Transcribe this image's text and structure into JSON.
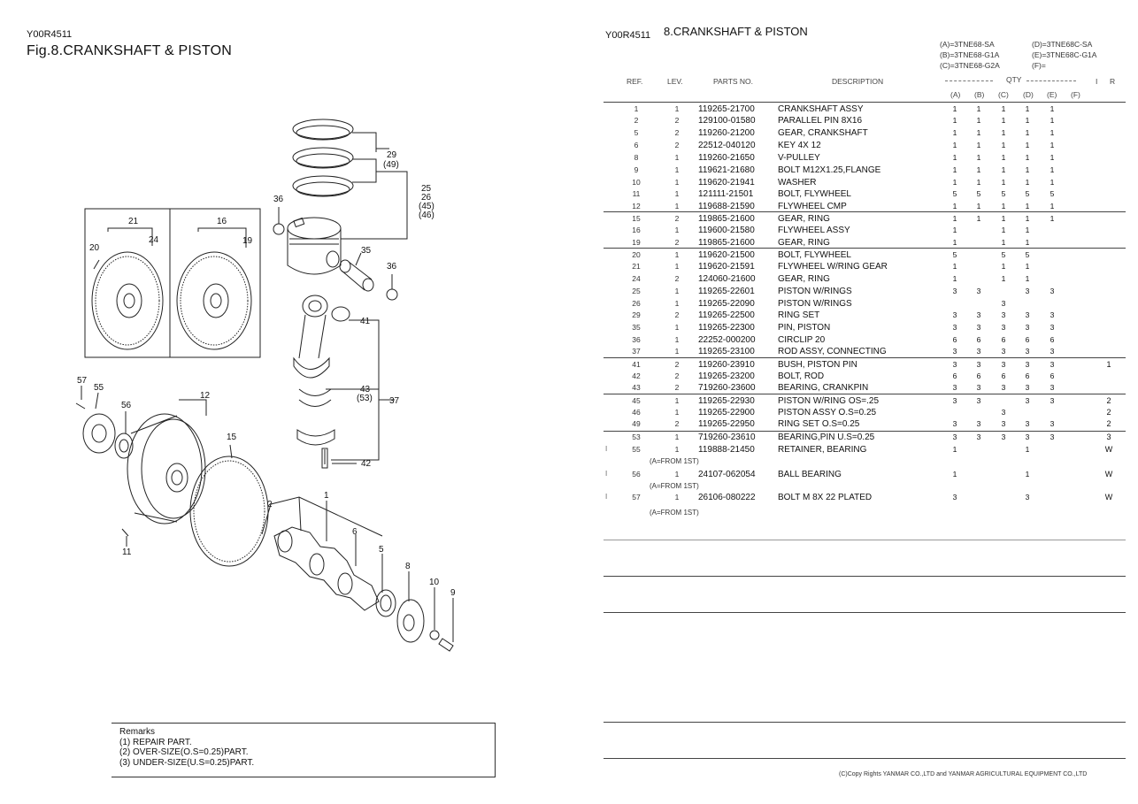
{
  "left_page": {
    "doc_id": "Y00R4511",
    "title": "Fig.8.CRANKSHAFT & PISTON",
    "remarks": {
      "heading": "Remarks",
      "lines": [
        "(1) REPAIR PART.",
        "(2) OVER-SIZE(O.S=0.25)PART.",
        "(3) UNDER-SIZE(U.S=0.25)PART."
      ]
    },
    "callouts": {
      "c29": "29",
      "c49": "(49)",
      "c25": "25",
      "c26": "26",
      "c45": "(45)",
      "c46": "(46)",
      "c36a": "36",
      "c36b": "36",
      "c35": "35",
      "c41": "41",
      "c43": "43",
      "c53": "(53)",
      "c37": "37",
      "c42": "42",
      "c21": "21",
      "c20": "20",
      "c24": "24",
      "c16": "16",
      "c19": "19",
      "c57": "57",
      "c55": "55",
      "c56": "56",
      "c12": "12",
      "c15": "15",
      "c11": "11",
      "c2": "2",
      "c1": "1",
      "c6": "6",
      "c5": "5",
      "c8": "8",
      "c10": "10",
      "c9": "9"
    }
  },
  "right_page": {
    "doc_id": "Y00R4511",
    "title": "8.CRANKSHAFT & PISTON",
    "models": [
      "(A)=3TNE68-SA",
      "(D)=3TNE68C-SA",
      "(B)=3TNE68-G1A",
      "(E)=3TNE68C-G1A",
      "(C)=3TNE68-G2A",
      "(F)="
    ],
    "headers": {
      "ref": "REF.",
      "lev": "LEV.",
      "parts_no": "PARTS NO.",
      "description": "DESCRIPTION",
      "qty": "QTY",
      "i": "I",
      "r": "R",
      "qty_cols": [
        "(A)",
        "(B)",
        "(C)",
        "(D)",
        "(E)",
        "(F)"
      ]
    },
    "rows": [
      {
        "ref": "1",
        "lev": "1",
        "pno": "119265-21700",
        "desc": "CRANKSHAFT ASSY",
        "a": "1",
        "b": "1",
        "c": "1",
        "d": "1",
        "e": "1",
        "f": "",
        "ir": "",
        "mark": ""
      },
      {
        "ref": "2",
        "lev": "2",
        "pno": "129100-01580",
        "desc": "PARALLEL PIN 8X16",
        "a": "1",
        "b": "1",
        "c": "1",
        "d": "1",
        "e": "1",
        "f": "",
        "ir": "",
        "mark": ""
      },
      {
        "ref": "5",
        "lev": "2",
        "pno": "119260-21200",
        "desc": "GEAR, CRANKSHAFT",
        "a": "1",
        "b": "1",
        "c": "1",
        "d": "1",
        "e": "1",
        "f": "",
        "ir": "",
        "mark": ""
      },
      {
        "ref": "6",
        "lev": "2",
        "pno": "22512-040120",
        "desc": "KEY  4X 12",
        "a": "1",
        "b": "1",
        "c": "1",
        "d": "1",
        "e": "1",
        "f": "",
        "ir": "",
        "mark": ""
      },
      {
        "ref": "8",
        "lev": "1",
        "pno": "119260-21650",
        "desc": "V-PULLEY",
        "a": "1",
        "b": "1",
        "c": "1",
        "d": "1",
        "e": "1",
        "f": "",
        "ir": "",
        "mark": ""
      },
      {
        "ref": "9",
        "lev": "1",
        "pno": "119621-21680",
        "desc": "BOLT M12X1.25,FLANGE",
        "a": "1",
        "b": "1",
        "c": "1",
        "d": "1",
        "e": "1",
        "f": "",
        "ir": "",
        "mark": ""
      },
      {
        "ref": "10",
        "lev": "1",
        "pno": "119620-21941",
        "desc": "WASHER",
        "a": "1",
        "b": "1",
        "c": "1",
        "d": "1",
        "e": "1",
        "f": "",
        "ir": "",
        "mark": ""
      },
      {
        "ref": "11",
        "lev": "1",
        "pno": "121111-21501",
        "desc": "BOLT, FLYWHEEL",
        "a": "5",
        "b": "5",
        "c": "5",
        "d": "5",
        "e": "5",
        "f": "",
        "ir": "",
        "mark": ""
      },
      {
        "ref": "12",
        "lev": "1",
        "pno": "119688-21590",
        "desc": "FLYWHEEL CMP",
        "a": "1",
        "b": "1",
        "c": "1",
        "d": "1",
        "e": "1",
        "f": "",
        "ir": "",
        "mark": ""
      },
      {
        "ref": "15",
        "lev": "2",
        "pno": "119865-21600",
        "desc": "GEAR, RING",
        "a": "1",
        "b": "1",
        "c": "1",
        "d": "1",
        "e": "1",
        "f": "",
        "ir": "",
        "mark": ""
      },
      {
        "ref": "16",
        "lev": "1",
        "pno": "119600-21580",
        "desc": "FLYWHEEL ASSY",
        "a": "1",
        "b": "",
        "c": "1",
        "d": "1",
        "e": "",
        "f": "",
        "ir": "",
        "mark": ""
      },
      {
        "ref": "19",
        "lev": "2",
        "pno": "119865-21600",
        "desc": "GEAR, RING",
        "a": "1",
        "b": "",
        "c": "1",
        "d": "1",
        "e": "",
        "f": "",
        "ir": "",
        "mark": ""
      },
      {
        "ref": "20",
        "lev": "1",
        "pno": "119620-21500",
        "desc": "BOLT, FLYWHEEL",
        "a": "5",
        "b": "",
        "c": "5",
        "d": "5",
        "e": "",
        "f": "",
        "ir": "",
        "mark": ""
      },
      {
        "ref": "21",
        "lev": "1",
        "pno": "119620-21591",
        "desc": "FLYWHEEL W/RING GEAR",
        "a": "1",
        "b": "",
        "c": "1",
        "d": "1",
        "e": "",
        "f": "",
        "ir": "",
        "mark": ""
      },
      {
        "ref": "24",
        "lev": "2",
        "pno": "124060-21600",
        "desc": "GEAR, RING",
        "a": "1",
        "b": "",
        "c": "1",
        "d": "1",
        "e": "",
        "f": "",
        "ir": "",
        "mark": ""
      },
      {
        "ref": "25",
        "lev": "1",
        "pno": "119265-22601",
        "desc": "PISTON W/RINGS",
        "a": "3",
        "b": "3",
        "c": "",
        "d": "3",
        "e": "3",
        "f": "",
        "ir": "",
        "mark": ""
      },
      {
        "ref": "26",
        "lev": "1",
        "pno": "119265-22090",
        "desc": "PISTON W/RINGS",
        "a": "",
        "b": "",
        "c": "3",
        "d": "",
        "e": "",
        "f": "",
        "ir": "",
        "mark": ""
      },
      {
        "ref": "29",
        "lev": "2",
        "pno": "119265-22500",
        "desc": "RING SET",
        "a": "3",
        "b": "3",
        "c": "3",
        "d": "3",
        "e": "3",
        "f": "",
        "ir": "",
        "mark": ""
      },
      {
        "ref": "35",
        "lev": "1",
        "pno": "119265-22300",
        "desc": "PIN, PISTON",
        "a": "3",
        "b": "3",
        "c": "3",
        "d": "3",
        "e": "3",
        "f": "",
        "ir": "",
        "mark": ""
      },
      {
        "ref": "36",
        "lev": "1",
        "pno": "22252-000200",
        "desc": "CIRCLIP  20",
        "a": "6",
        "b": "6",
        "c": "6",
        "d": "6",
        "e": "6",
        "f": "",
        "ir": "",
        "mark": ""
      },
      {
        "ref": "37",
        "lev": "1",
        "pno": "119265-23100",
        "desc": "ROD ASSY, CONNECTING",
        "a": "3",
        "b": "3",
        "c": "3",
        "d": "3",
        "e": "3",
        "f": "",
        "ir": "",
        "mark": ""
      },
      {
        "ref": "41",
        "lev": "2",
        "pno": "119260-23910",
        "desc": "BUSH, PISTON PIN",
        "a": "3",
        "b": "3",
        "c": "3",
        "d": "3",
        "e": "3",
        "f": "",
        "ir": "1",
        "mark": ""
      },
      {
        "ref": "42",
        "lev": "2",
        "pno": "119265-23200",
        "desc": "BOLT, ROD",
        "a": "6",
        "b": "6",
        "c": "6",
        "d": "6",
        "e": "6",
        "f": "",
        "ir": "",
        "mark": ""
      },
      {
        "ref": "43",
        "lev": "2",
        "pno": "719260-23600",
        "desc": "BEARING, CRANKPIN",
        "a": "3",
        "b": "3",
        "c": "3",
        "d": "3",
        "e": "3",
        "f": "",
        "ir": "",
        "mark": ""
      },
      {
        "ref": "45",
        "lev": "1",
        "pno": "119265-22930",
        "desc": "PISTON W/RING OS=.25",
        "a": "3",
        "b": "3",
        "c": "",
        "d": "3",
        "e": "3",
        "f": "",
        "ir": "2",
        "mark": ""
      },
      {
        "ref": "46",
        "lev": "1",
        "pno": "119265-22900",
        "desc": "PISTON ASSY O.S=0.25",
        "a": "",
        "b": "",
        "c": "3",
        "d": "",
        "e": "",
        "f": "",
        "ir": "2",
        "mark": ""
      },
      {
        "ref": "49",
        "lev": "2",
        "pno": "119265-22950",
        "desc": "RING SET O.S=0.25",
        "a": "3",
        "b": "3",
        "c": "3",
        "d": "3",
        "e": "3",
        "f": "",
        "ir": "2",
        "mark": ""
      },
      {
        "ref": "53",
        "lev": "1",
        "pno": "719260-23610",
        "desc": "BEARING,PIN U.S=0.25",
        "a": "3",
        "b": "3",
        "c": "3",
        "d": "3",
        "e": "3",
        "f": "",
        "ir": "3",
        "mark": ""
      },
      {
        "ref": "55",
        "lev": "1",
        "pno": "119888-21450",
        "desc": "RETAINER, BEARING",
        "a": "1",
        "b": "",
        "c": "",
        "d": "1",
        "e": "",
        "f": "",
        "ir": "W",
        "mark": "I"
      },
      {
        "ref": "56",
        "lev": "1",
        "pno": "24107-062054",
        "desc": "BALL BEARING",
        "a": "1",
        "b": "",
        "c": "",
        "d": "1",
        "e": "",
        "f": "",
        "ir": "W",
        "mark": "I"
      },
      {
        "ref": "57",
        "lev": "1",
        "pno": "26106-080222",
        "desc": "BOLT M 8X 22 PLATED",
        "a": "3",
        "b": "",
        "c": "",
        "d": "3",
        "e": "",
        "f": "",
        "ir": "W",
        "mark": "I"
      }
    ],
    "notes": {
      "n55": "(A=FROM 1ST)",
      "n56": "(A=FROM 1ST)",
      "n57": "(A=FROM 1ST)"
    },
    "copyright": "(C)Copy Rights  YANMAR CO.,LTD and YANMAR AGRICULTURAL EQUIPMENT CO.,LTD"
  }
}
